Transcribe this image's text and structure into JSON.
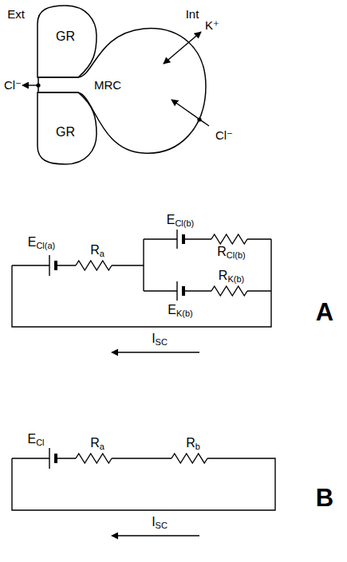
{
  "diagram": {
    "nodes": [
      {
        "text": [
          "GR"
        ]
      },
      {
        "text": [
          "MRC"
        ]
      },
      {
        "text": [
          "GR"
        ]
      }
    ],
    "labels": [
      "Ext",
      "Int",
      "Cl⁻",
      "K⁺",
      "Cl⁻",
      "ECl(a)",
      "Ra",
      "ECl(b)",
      "RCl(b)",
      "RK(b)",
      "EK(b)",
      "ISC",
      "A",
      "ECl",
      "Ra",
      "Rb",
      "ISC",
      "B"
    ]
  }
}
